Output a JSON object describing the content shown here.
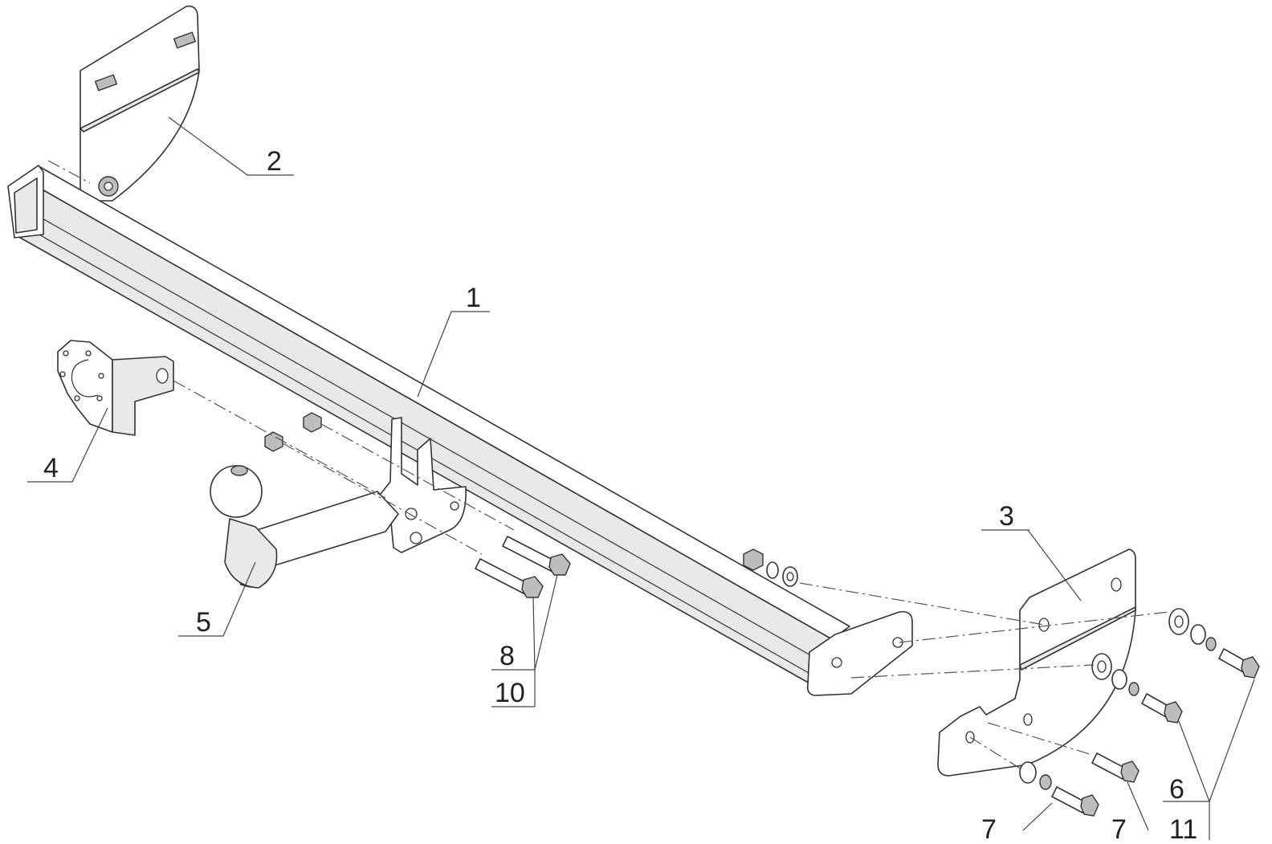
{
  "callouts": {
    "c1": "1",
    "c2": "2",
    "c3": "3",
    "c4": "4",
    "c5": "5",
    "c6": "6",
    "c7a": "7",
    "c7b": "7",
    "c8": "8",
    "c10": "10",
    "c11": "11"
  },
  "colors": {
    "line": "#333333",
    "background": "#ffffff",
    "fill_shade": "#e9e9e9"
  }
}
